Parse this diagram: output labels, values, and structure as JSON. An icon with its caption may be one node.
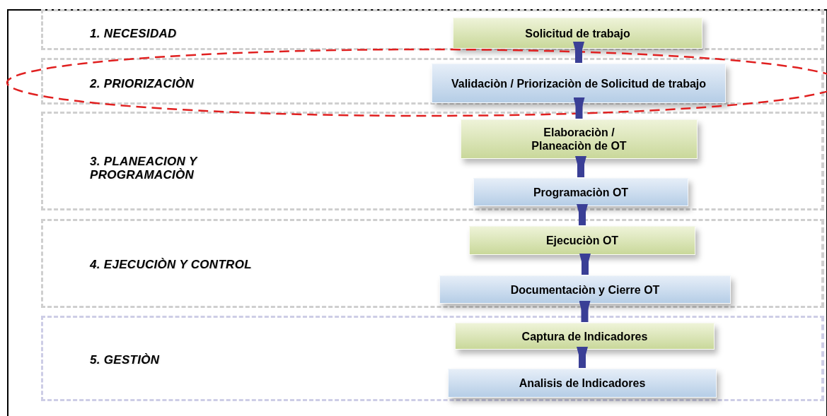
{
  "diagram": {
    "nodes": [
      {
        "text": [
          "1. NECESIDAD"
        ]
      },
      {
        "text": [
          "Solicitud de trabajo"
        ],
        "in": 0
      },
      {
        "text": [
          "2. PRIORIZACIÒN"
        ]
      },
      {
        "text": [
          "Validaciòn / Priorizaciòn de Solicitud de trabajo"
        ],
        "in": 2
      },
      {
        "text": [
          "3. PLANEACION Y PROGRAMACIÒN"
        ]
      },
      {
        "text": [
          "Elaboraciòn / Planeaciòn de OT"
        ],
        "in": 4
      },
      {
        "text": [
          "Programaciòn OT"
        ],
        "in": 4
      },
      {
        "text": [
          "4. EJECUCIÒN Y CONTROL"
        ]
      },
      {
        "text": [
          "Ejecuciòn OT"
        ],
        "in": 7
      },
      {
        "text": [
          "Documentaciòn y Cierre OT"
        ],
        "in": 7
      },
      {
        "text": [
          "5. GESTIÒN"
        ]
      },
      {
        "text": [
          "Captura de Indicadores"
        ],
        "in": 10
      },
      {
        "text": [
          "Analisis de Indicadores"
        ],
        "in": 10
      }
    ],
    "edges": [
      {
        "from": 1,
        "to": 3,
        "arrow": "to"
      },
      {
        "from": 3,
        "to": 5,
        "arrow": "to"
      },
      {
        "from": 5,
        "to": 6,
        "arrow": "to"
      },
      {
        "from": 6,
        "to": 8,
        "arrow": "to"
      },
      {
        "from": 8,
        "to": 9,
        "arrow": "to"
      },
      {
        "from": 9,
        "to": 11,
        "arrow": "to"
      },
      {
        "from": 11,
        "to": 12,
        "arrow": "to"
      }
    ]
  }
}
